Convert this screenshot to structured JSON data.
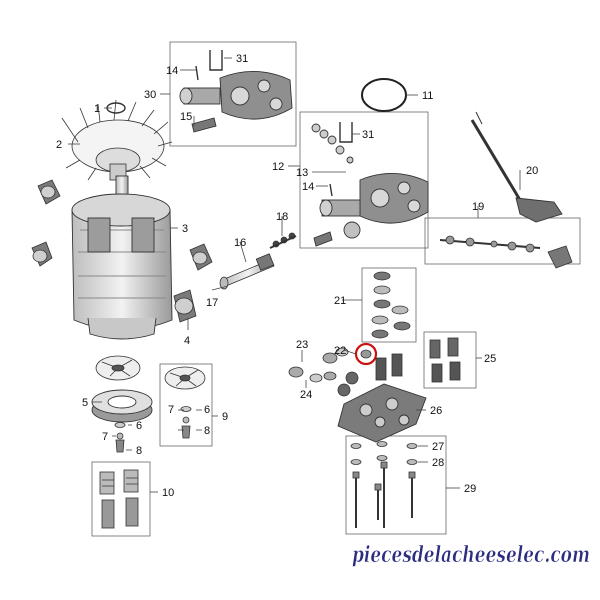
{
  "callouts": [
    "1",
    "2",
    "3",
    "4",
    "5",
    "6",
    "7",
    "8",
    "9",
    "10",
    "11",
    "12",
    "13",
    "14",
    "15",
    "16",
    "17",
    "18",
    "19",
    "20",
    "21",
    "22",
    "23",
    "24",
    "25",
    "26",
    "27",
    "28",
    "29",
    "30",
    "31"
  ],
  "labels": {
    "n1": "1",
    "n2": "2",
    "n3": "3",
    "n4": "4",
    "n5": "5",
    "n6a": "6",
    "n6b": "6",
    "n7a": "7",
    "n7b": "7",
    "n8a": "8",
    "n8b": "8",
    "n9": "9",
    "n10": "10",
    "n11": "11",
    "n12": "12",
    "n13": "13",
    "n14a": "14",
    "n14b": "14",
    "n15": "15",
    "n16": "16",
    "n17": "17",
    "n18": "18",
    "n19": "19",
    "n20": "20",
    "n21": "21",
    "n22": "22",
    "n23": "23",
    "n24": "24",
    "n25": "25",
    "n26": "26",
    "n27": "27",
    "n28": "28",
    "n29": "29",
    "n30": "30",
    "n31a": "31",
    "n31b": "31"
  },
  "watermark": "piecesdelacheeselec.com",
  "colors": {
    "line": "#333333",
    "part_fill": "#e6e6e6",
    "part_dark": "#555555",
    "highlight": "#cc1111",
    "watermark": "#2c2c80"
  }
}
